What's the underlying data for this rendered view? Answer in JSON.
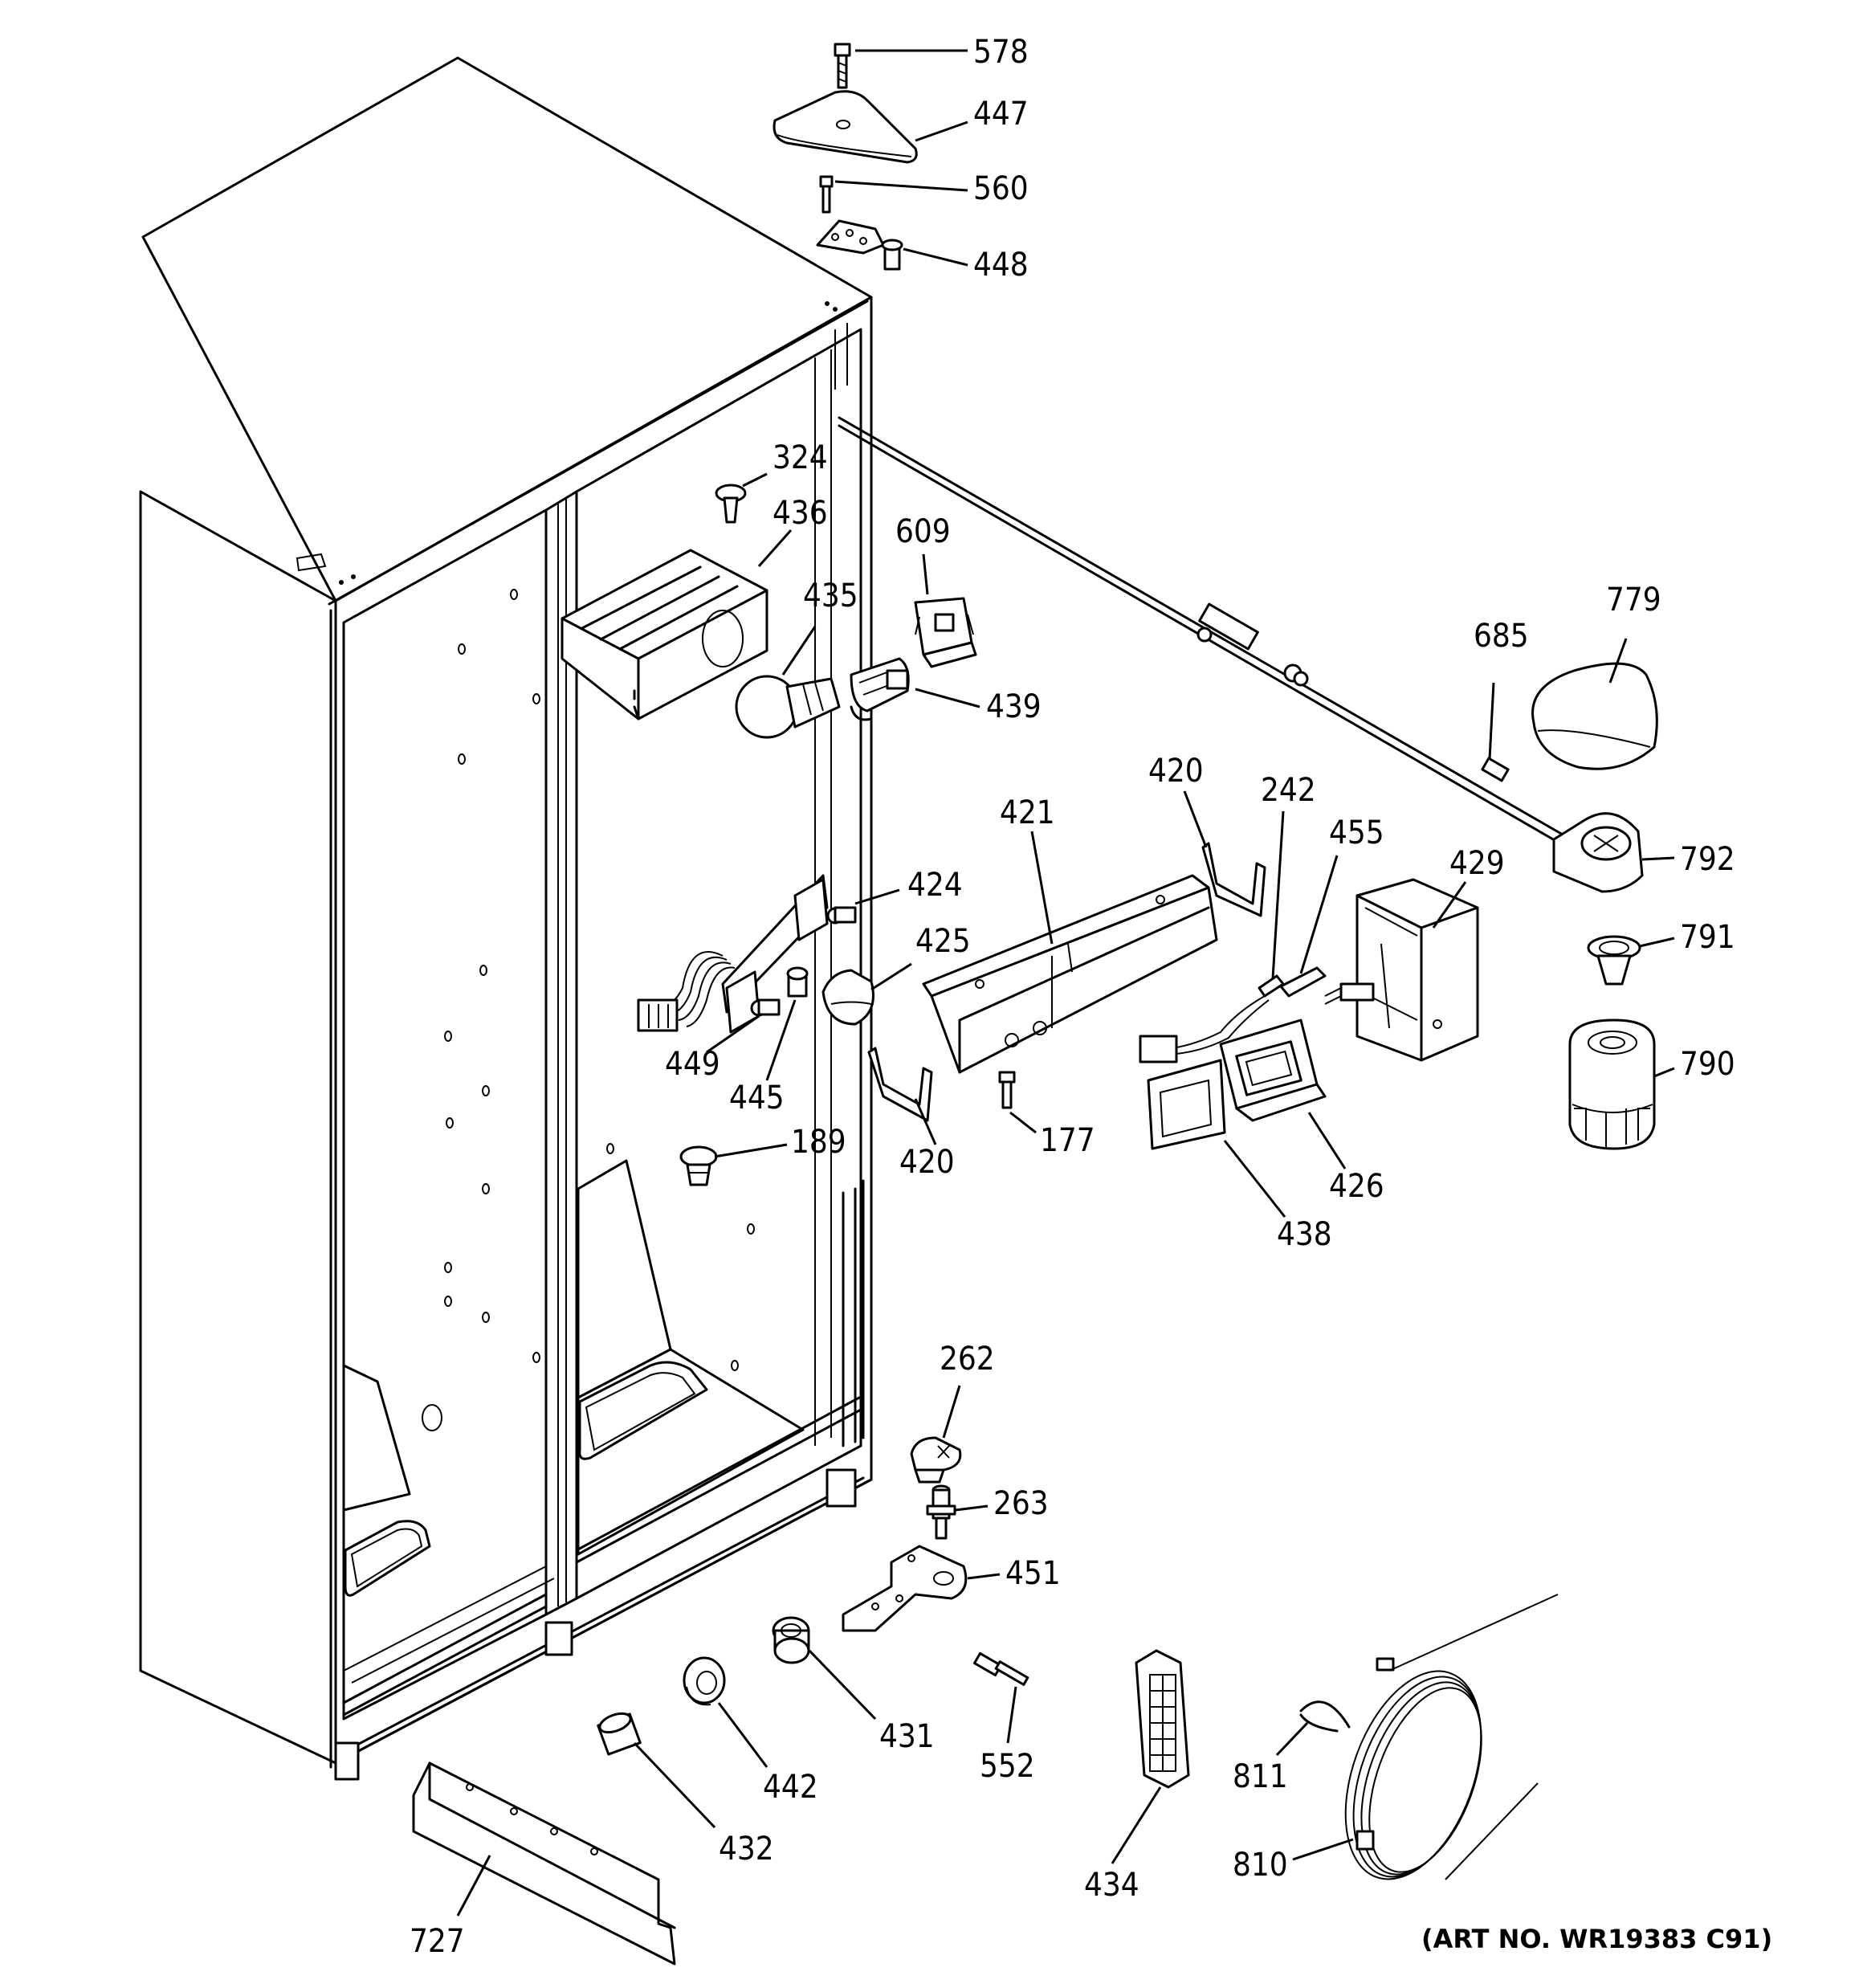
{
  "diagram": {
    "art_number": "(ART NO. WR19383 C91)",
    "labels": {
      "p578": "578",
      "p447": "447",
      "p560": "560",
      "p448": "448",
      "p324": "324",
      "p436": "436",
      "p609": "609",
      "p435": "435",
      "p439": "439",
      "p779": "779",
      "p685": "685",
      "p792": "792",
      "p791": "791",
      "p790": "790",
      "p420a": "420",
      "p242": "242",
      "p455": "455",
      "p421": "421",
      "p429": "429",
      "p424": "424",
      "p425": "425",
      "p449": "449",
      "p445": "445",
      "p420b": "420",
      "p177": "177",
      "p426": "426",
      "p438": "438",
      "p189": "189",
      "p262": "262",
      "p263": "263",
      "p451": "451",
      "p431": "431",
      "p552": "552",
      "p442": "442",
      "p432": "432",
      "p434": "434",
      "p811": "811",
      "p810": "810",
      "p727": "727"
    }
  }
}
